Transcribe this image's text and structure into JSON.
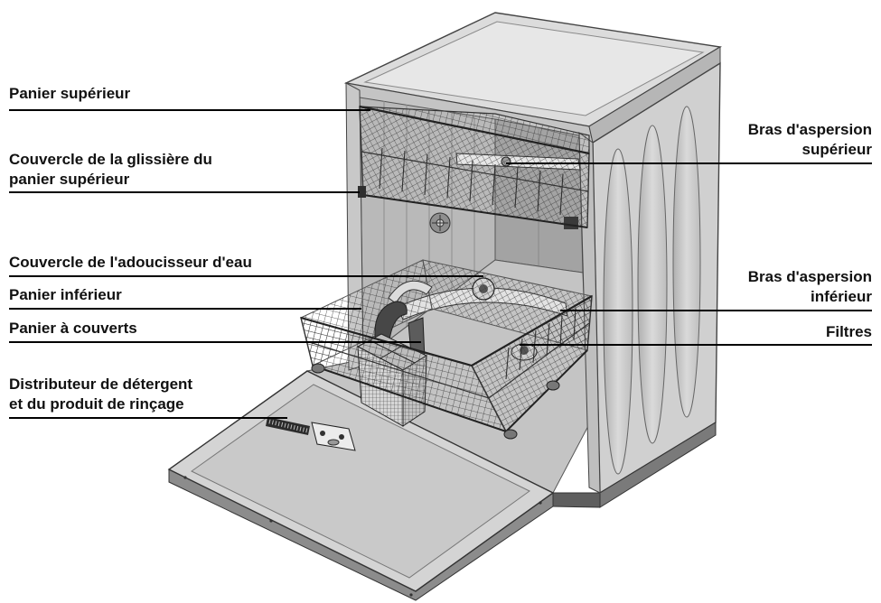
{
  "labels_left": [
    {
      "lines": [
        "Panier supérieur"
      ]
    },
    {
      "lines": [
        "Couvercle de la glissière du",
        "panier supérieur"
      ]
    },
    {
      "lines": [
        "Couvercle de l'adoucisseur d'eau"
      ]
    },
    {
      "lines": [
        "Panier inférieur"
      ]
    },
    {
      "lines": [
        "Panier à couverts"
      ]
    },
    {
      "lines": [
        "Distributeur de détergent",
        "et du produit de rinçage"
      ]
    }
  ],
  "labels_right": [
    {
      "lines": [
        "Bras d'aspersion",
        "supérieur"
      ]
    },
    {
      "lines": [
        "Bras d'aspersion",
        "inférieur"
      ]
    },
    {
      "lines": [
        "Filtres"
      ]
    }
  ],
  "colors": {
    "label": "#111111",
    "leader": "#000000"
  }
}
